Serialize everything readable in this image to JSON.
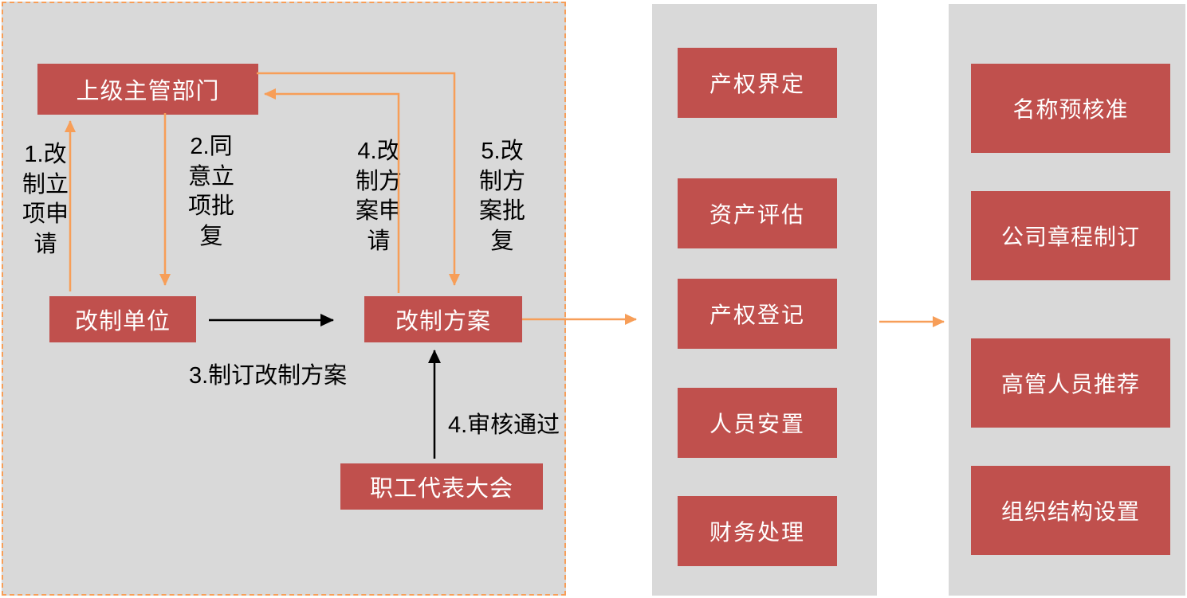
{
  "colors": {
    "panel_bg": "#d9d9d9",
    "box_red": "#c0504d",
    "box_text": "#ffffff",
    "arrow_orange": "#f79e58",
    "arrow_black": "#000000",
    "dashed_border": "#f79e58"
  },
  "flow_panel": {
    "nodes": {
      "superior": "上级主管部门",
      "unit": "改制单位",
      "plan": "改制方案",
      "assembly": "职工代表大会"
    },
    "labels": {
      "step1": "1.改\n制立\n项申\n请",
      "step2": "2.同\n意立\n项批\n复",
      "step3": "3.制订改制方案",
      "step4_apply": "4.改\n制方\n案申\n请",
      "step5_reply": "5.改\n制方\n案批\n复",
      "step4_review": "4.审核通过"
    }
  },
  "middle_panel": {
    "items": [
      "产权界定",
      "资产评估",
      "产权登记",
      "人员安置",
      "财务处理"
    ]
  },
  "right_panel": {
    "items": [
      "名称预核准",
      "公司章程制订",
      "高管人员推荐",
      "组织结构设置"
    ]
  }
}
